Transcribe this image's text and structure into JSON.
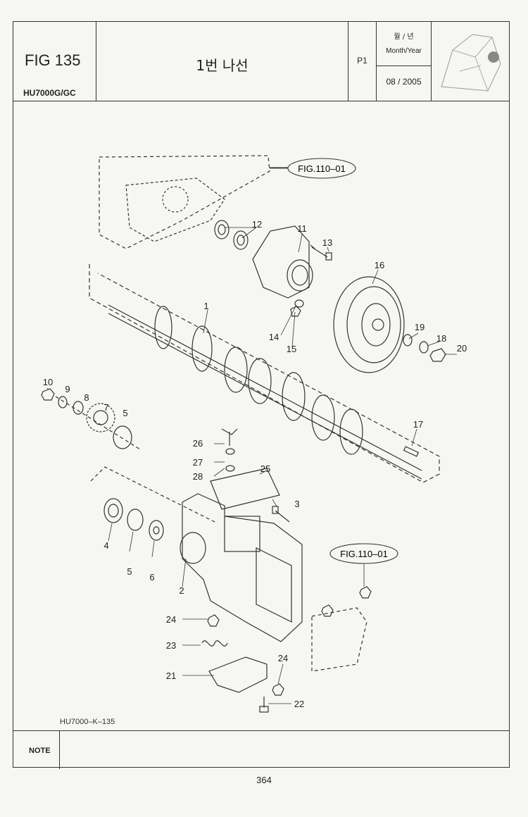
{
  "header": {
    "fig": "FIG 135",
    "model": "HU7000G/GC",
    "title": "1번 나선",
    "page": "P1",
    "date_label_ko": "월 / 년",
    "date_label_en": "Month/Year",
    "date": "08 / 2005"
  },
  "diagram": {
    "ref_labels": [
      "FIG.110–01",
      "FIG.110–01"
    ],
    "drawing_code": "HU7000–K–135",
    "callouts": [
      "1",
      "2",
      "3",
      "4",
      "5",
      "5",
      "6",
      "7",
      "8",
      "9",
      "10",
      "11",
      "12",
      "13",
      "14",
      "15",
      "16",
      "17",
      "18",
      "19",
      "20",
      "21",
      "22",
      "23",
      "24",
      "24",
      "25",
      "26",
      "27",
      "28"
    ]
  },
  "note_label": "NOTE",
  "page_number": "364"
}
